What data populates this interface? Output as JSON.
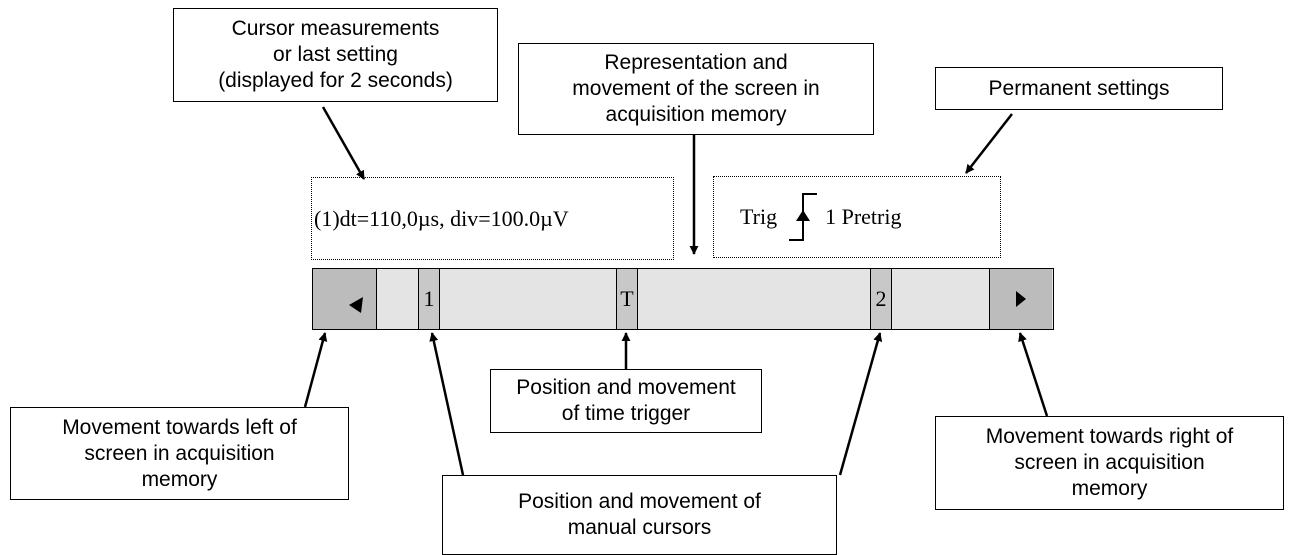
{
  "callouts": {
    "cursor_measurements": "Cursor measurements\nor last setting\n(displayed for 2 seconds)",
    "representation": "Representation and\nmovement of the screen in\nacquisition memory",
    "permanent_settings": "Permanent settings",
    "movement_left": "Movement towards left of\nscreen in acquisition\nmemory",
    "time_trigger": "Position and movement\nof time trigger",
    "manual_cursors": "Position and movement of\nmanual cursors",
    "movement_right": "Movement towards right of\nscreen in acquisition\nmemory"
  },
  "display": {
    "measurement_text": "(1)dt=110,0µs, div=100.0µV",
    "trig_label": "Trig",
    "pretrig_label": "1 Pretrig"
  },
  "bar": {
    "cursor1": "1",
    "trigger": "T",
    "cursor2": "2"
  }
}
